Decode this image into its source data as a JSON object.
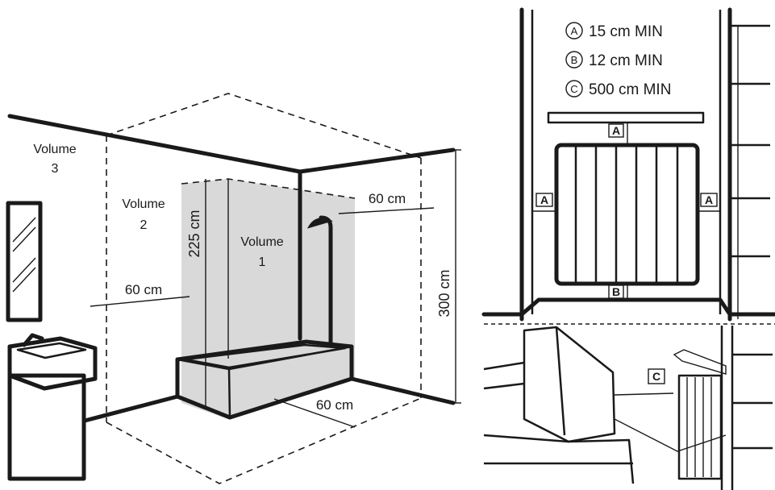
{
  "left": {
    "volume3": {
      "line1": "Volume",
      "line2": "3"
    },
    "volume2": {
      "line1": "Volume",
      "line2": "2"
    },
    "volume1": {
      "line1": "Volume",
      "line2": "1"
    },
    "dim_height_225": "225 cm",
    "dim_height_300": "300 cm",
    "dim_60_top": "60 cm",
    "dim_60_left": "60 cm",
    "dim_60_bottom": "60 cm"
  },
  "right": {
    "legend": [
      {
        "letter": "A",
        "text": "15 cm MIN"
      },
      {
        "letter": "B",
        "text": "12 cm MIN"
      },
      {
        "letter": "C",
        "text": "500 cm MIN"
      }
    ],
    "tags": {
      "top": "A",
      "left": "A",
      "right": "A",
      "bottom": "B",
      "lower": "C"
    }
  },
  "colors": {
    "zone_fill": "#d9d9d9",
    "line": "#1a1a1a",
    "background": "#ffffff"
  }
}
